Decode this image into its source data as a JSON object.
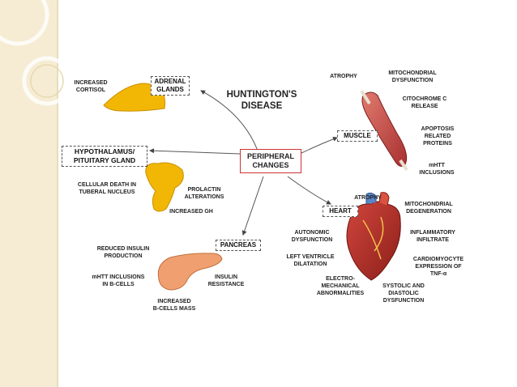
{
  "center": "PERIPHERAL\nCHANGES",
  "title": "HUNTINGTON'S\nDISEASE",
  "adrenal": {
    "label": "ADRENAL\nGLANDS",
    "effect": "INCREASED\nCORTISOL"
  },
  "hypothalamus": {
    "label": "HYPOTHALAMUS/\nPITUITARY GLAND",
    "effects": [
      "CELLULAR DEATH IN\nTUBERAL NUCLEUS",
      "PROLACTIN\nALTERATIONS",
      "INCREASED GH"
    ]
  },
  "pancreas": {
    "label": "PANCREAS",
    "effects": [
      "REDUCED INSULIN\nPRODUCTION",
      "mHTT INCLUSIONS\nIN B-CELLS",
      "INSULIN\nRESISTANCE",
      "INCREASED\nB-CELLS MASS"
    ]
  },
  "muscle": {
    "label": "MUSCLE",
    "effects": [
      "ATROPHY",
      "MITOCHONDRIAL\nDYSFUNCTION",
      "CITOCHROME C\nRELEASE",
      "APOPTOSIS\nRELATED\nPROTEINS",
      "mHTT\nINCLUSIONS"
    ]
  },
  "heart": {
    "label": "HEART",
    "effects": [
      "ATROPHY",
      "MITOCHONDRIAL\nDEGENERATION",
      "AUTONOMIC\nDYSFUNCTION",
      "INFLAMMATORY\nINFILTRATE",
      "LEFT VENTRICLE\nDILATATION",
      "CARDIOMYOCYTE\nEXPRESSION OF\nTNF-α",
      "ELECTRO-\nMECHANICAL\nABNORMALITIES",
      "SYSTOLIC AND\nDIASTOLIC\nDYSFUNCTION"
    ]
  },
  "colors": {
    "sidebar": "#f5ecd3",
    "center_border": "#cc3333",
    "gland": "#f2b705",
    "pancreas": "#f0a070",
    "muscle": "#c9504f",
    "heart": "#b8322c"
  }
}
